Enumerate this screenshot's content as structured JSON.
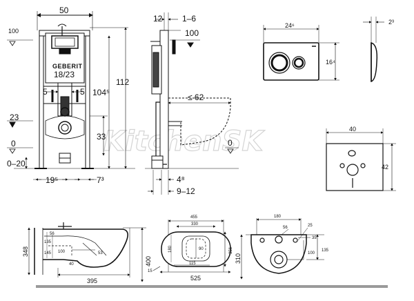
{
  "watermark": "KitchenSK",
  "frame_view": {
    "brand": "GEBERIT",
    "width_top": "50",
    "height_left": "100",
    "flush_label": "18/23",
    "height_total": "112",
    "height_mount": "104⁵",
    "offset_left": "5",
    "offset_right": "5",
    "outlet_height": "23",
    "drain_height": "33",
    "floor_level": "0",
    "floor_range": "0–20",
    "spacing_left": "19⁵",
    "spacing_right": "7³"
  },
  "side_view": {
    "top_a": "12",
    "top_b": "1–6",
    "ref_level": "100",
    "projection": "≤ 62",
    "floor_level": "0",
    "depth_a": "4⁸",
    "depth_b": "9–12"
  },
  "plate": {
    "width": "24⁶",
    "height": "16⁴",
    "thickness": "2³"
  },
  "wall_plate": {
    "width": "40",
    "height": "42"
  },
  "wc_side": {
    "height_total": "348",
    "length": "395",
    "mount_height": "400",
    "inner_a": "56",
    "inner_b": "135",
    "inner_c": "145",
    "inner_d": "100",
    "inner_e": "53",
    "inner_f": "40"
  },
  "wc_top": {
    "width_outer": "455",
    "width_inner": "330",
    "length": "525",
    "depth": "356",
    "inner_a": "180",
    "inner_b": "90",
    "inner_c": "115",
    "corner": "15"
  },
  "wc_back": {
    "spacing": "180",
    "hole": "56",
    "radius": "25",
    "offset": "35",
    "drop": "100",
    "inlet": "135",
    "height": "310"
  }
}
